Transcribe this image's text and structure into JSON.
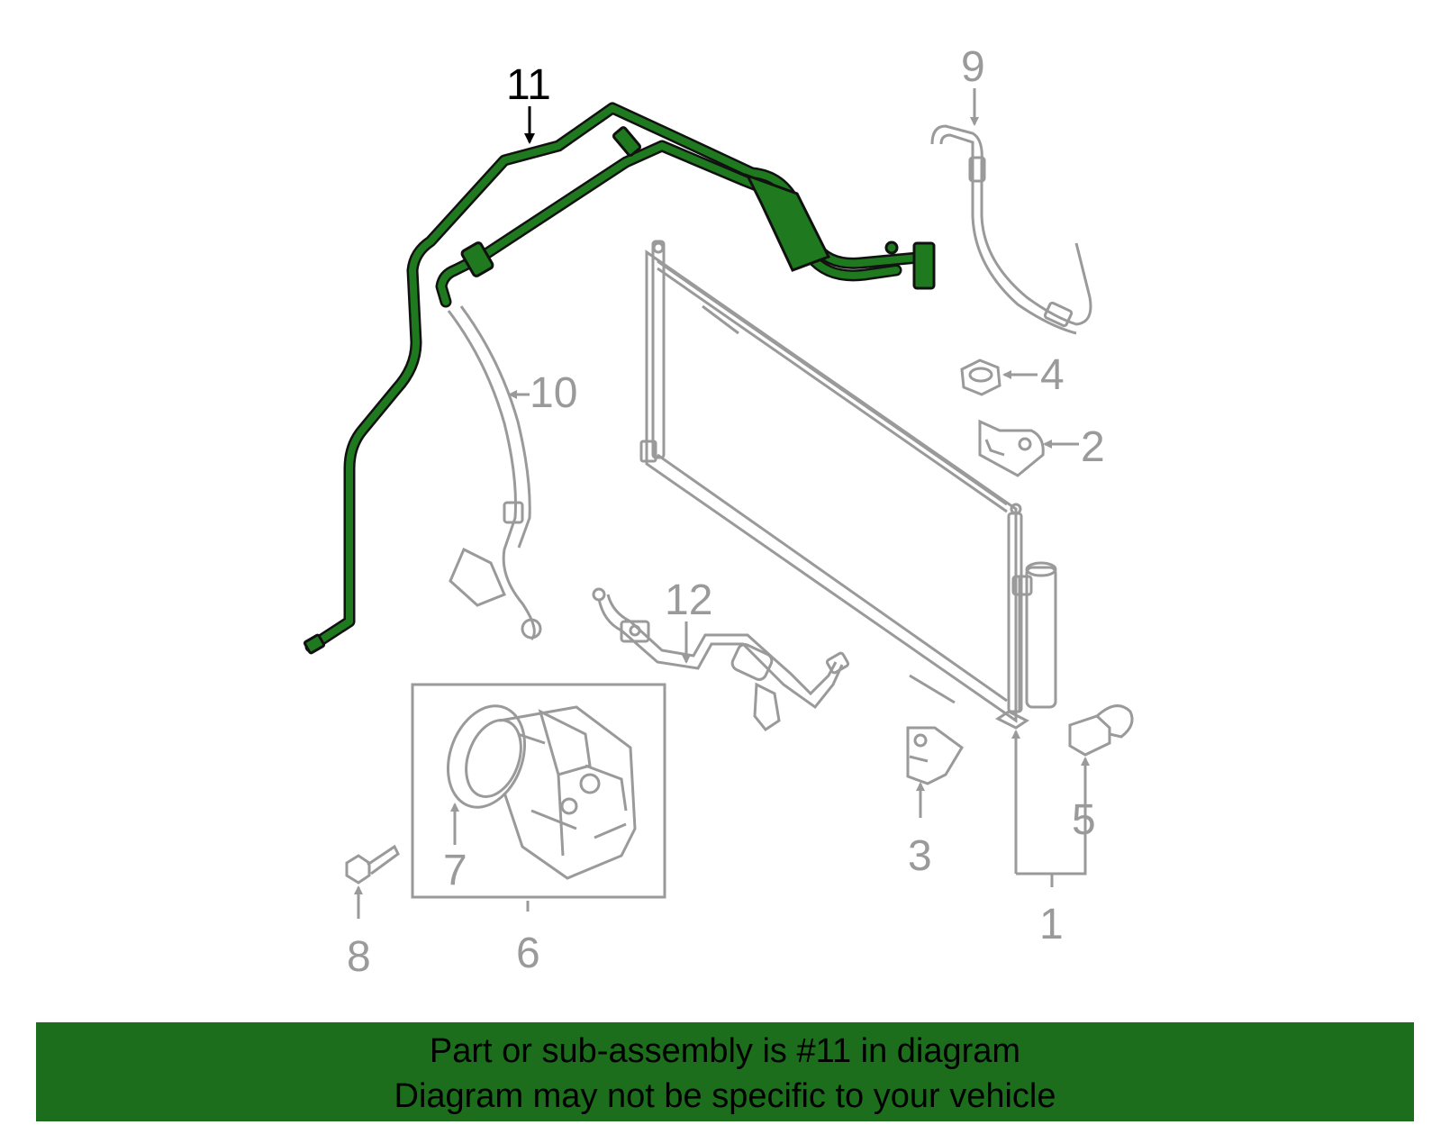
{
  "colors": {
    "part_gray": "#9a9a9a",
    "highlight_fill": "#1f7a1f",
    "highlight_stroke": "#111111",
    "banner_bg": "#1c6e1c",
    "label_highlight": "#000000"
  },
  "callouts": {
    "c1": "1",
    "c2": "2",
    "c3": "3",
    "c4": "4",
    "c5": "5",
    "c6": "6",
    "c7": "7",
    "c8": "8",
    "c9": "9",
    "c10": "10",
    "c11": "11",
    "c12": "12"
  },
  "banner": {
    "line1": "Part or sub-assembly is #11 in diagram",
    "line2": "Diagram may not be specific to your vehicle"
  }
}
